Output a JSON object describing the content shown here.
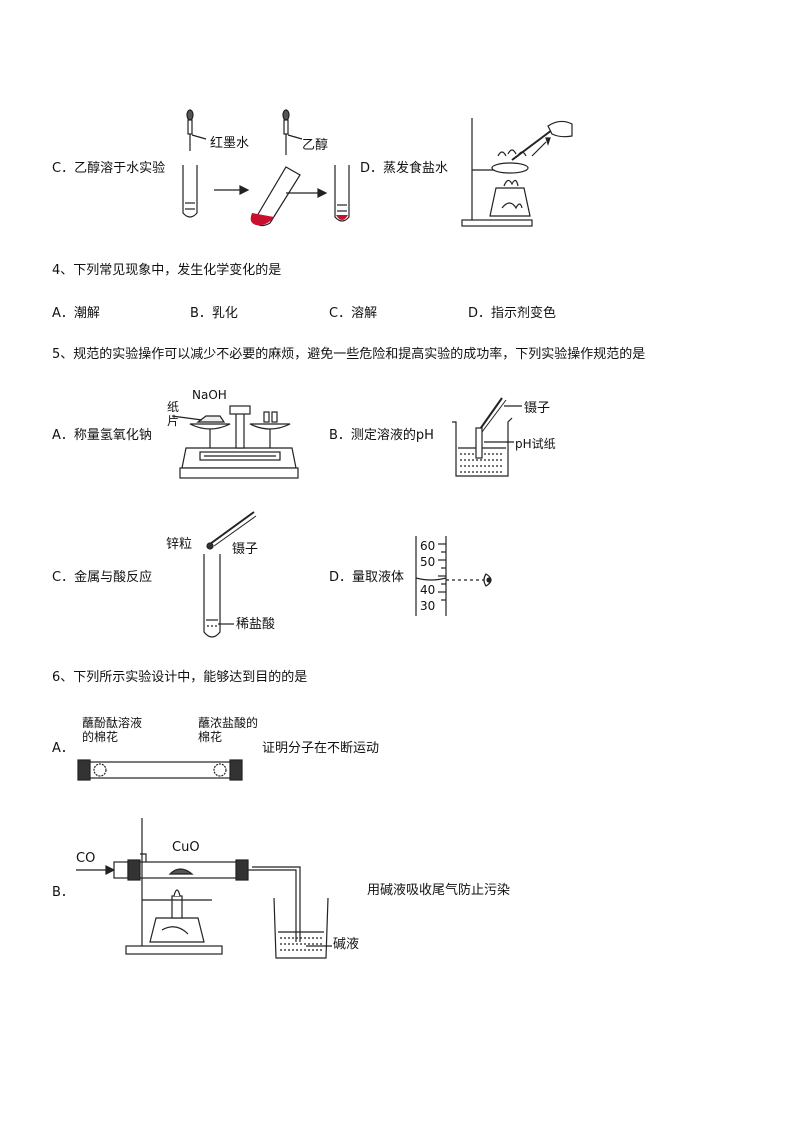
{
  "q3": {
    "optC_label": "C．乙醇溶于水实验",
    "optC_tag_red_ink": "红墨水",
    "optC_tag_ethanol": "乙醇",
    "optD_label": "D．蒸发食盐水"
  },
  "q4": {
    "stem": "4、下列常见现象中，发生化学变化的是",
    "options": [
      "A．潮解",
      "B．乳化",
      "C．溶解",
      "D．指示剂变色"
    ]
  },
  "q5": {
    "stem": "5、规范的实验操作可以减少不必要的麻烦，避免一些危险和提高实验的成功率，下列实验操作规范的是",
    "optA_label": "A．称量氢氧化钠",
    "optA_tag_naoh": "NaOH",
    "optA_tag_paper": "纸片",
    "optB_label": "B．测定溶液的pH",
    "optB_tag_tweezers": "镊子",
    "optB_tag_ph_paper": "pH试纸",
    "optC_label": "C．金属与酸反应",
    "optC_tag_zinc": "锌粒",
    "optC_tag_tweezers": "镊子",
    "optC_tag_acid": "稀盐酸",
    "optD_label": "D．量取液体",
    "optD_scale": [
      "60",
      "50",
      "40",
      "30"
    ]
  },
  "q6": {
    "stem": "6、下列所示实验设计中，能够达到目的的是",
    "optA_label": "A．",
    "optA_tag_left": "蘸酚酞溶液的棉花",
    "optA_tag_right": "蘸浓盐酸的棉花",
    "optA_caption": "证明分子在不断运动",
    "optB_label": "B．",
    "optB_tag_co": "CO",
    "optB_tag_cuo": "CuO",
    "optB_caption": "用碱液吸收尾气防止污染",
    "optB_tag_alkali": "碱液"
  },
  "colors": {
    "red_liquid": "#c8102e",
    "line": "#222222"
  }
}
